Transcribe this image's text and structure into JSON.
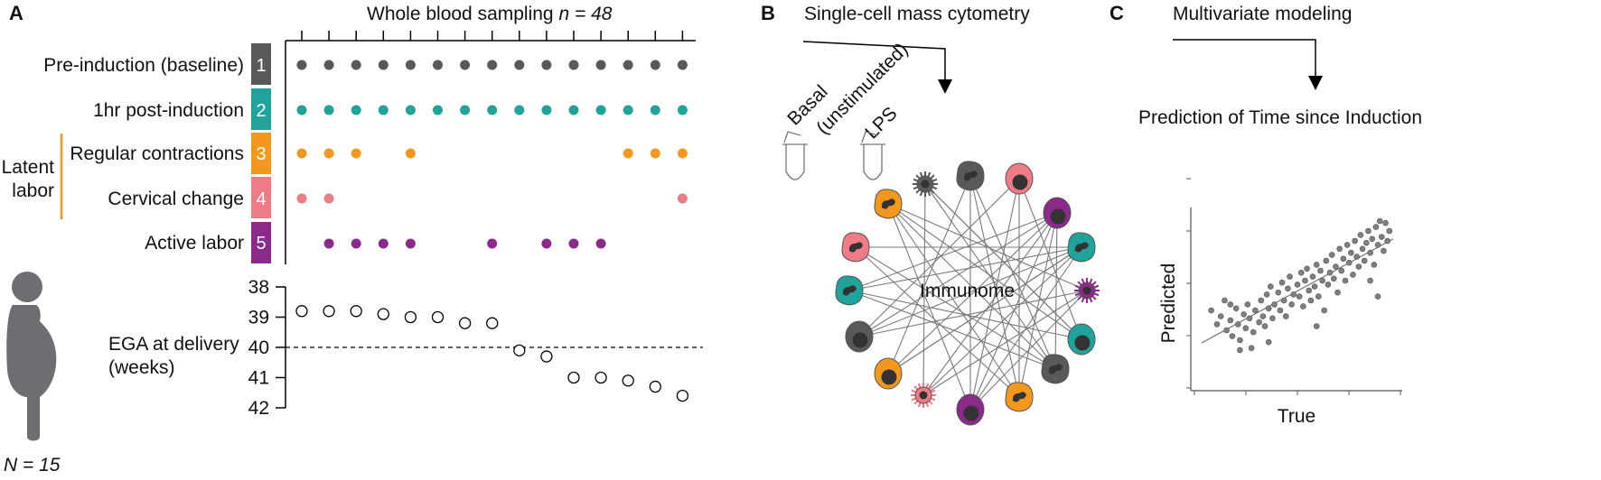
{
  "panel_a": {
    "letter": "A",
    "header_prefix": "Whole blood sampling ",
    "header_n": "n = 48",
    "stages": [
      {
        "num": "1",
        "label": "Pre-induction (baseline)",
        "color": "#58595b",
        "samples": [
          1,
          1,
          1,
          1,
          1,
          1,
          1,
          1,
          1,
          1,
          1,
          1,
          1,
          1,
          1
        ]
      },
      {
        "num": "2",
        "label": "1hr post-induction",
        "color": "#1fa39a",
        "samples": [
          1,
          1,
          1,
          1,
          1,
          1,
          1,
          1,
          1,
          1,
          1,
          1,
          1,
          1,
          1
        ]
      },
      {
        "num": "3",
        "label": "Regular contractions",
        "color": "#f3981d",
        "samples": [
          1,
          1,
          1,
          0,
          1,
          0,
          0,
          0,
          0,
          0,
          0,
          0,
          1,
          1,
          1
        ]
      },
      {
        "num": "4",
        "label": "Cervical change",
        "color": "#ee7b86",
        "samples": [
          1,
          1,
          0,
          0,
          0,
          0,
          0,
          0,
          0,
          0,
          0,
          0,
          0,
          0,
          1
        ]
      },
      {
        "num": "5",
        "label": "Active labor",
        "color": "#8c2a8c",
        "samples": [
          0,
          1,
          1,
          1,
          1,
          0,
          0,
          1,
          0,
          1,
          1,
          1,
          0,
          0,
          0
        ]
      }
    ],
    "latent_labor_label": [
      "Latent",
      "labor"
    ],
    "ega_label": [
      "EGA at delivery",
      "(weeks)"
    ],
    "ega_ticks": [
      "38",
      "39",
      "40",
      "41",
      "42"
    ],
    "ega_reference_week": 40,
    "ega_values": [
      38.8,
      38.8,
      38.8,
      38.9,
      39.0,
      39.0,
      39.2,
      39.2,
      40.1,
      40.3,
      41.0,
      41.0,
      41.1,
      41.3,
      41.6
    ],
    "n_label": "N = 15"
  },
  "panel_b": {
    "letter": "B",
    "title": "Single-cell mass cytometry",
    "basal_label": "Basal",
    "unstim_label": "(unstimulated)",
    "lps_label": "LPS",
    "center_label": "Immunome"
  },
  "panel_c": {
    "letter": "C",
    "title": "Multivariate modeling",
    "subtitle": "Prediction of Time since Induction",
    "xlabel": "True",
    "ylabel": "Predicted"
  },
  "chart_data": {
    "type": "scatter",
    "xlabel": "True",
    "ylabel": "Predicted",
    "fit": "linear trend line",
    "points": [
      [
        0.05,
        0.55
      ],
      [
        0.08,
        0.48
      ],
      [
        0.1,
        0.52
      ],
      [
        0.12,
        0.6
      ],
      [
        0.13,
        0.45
      ],
      [
        0.15,
        0.5
      ],
      [
        0.16,
        0.42
      ],
      [
        0.18,
        0.56
      ],
      [
        0.19,
        0.48
      ],
      [
        0.2,
        0.4
      ],
      [
        0.22,
        0.53
      ],
      [
        0.23,
        0.46
      ],
      [
        0.24,
        0.58
      ],
      [
        0.25,
        0.51
      ],
      [
        0.26,
        0.36
      ],
      [
        0.27,
        0.44
      ],
      [
        0.28,
        0.55
      ],
      [
        0.3,
        0.49
      ],
      [
        0.31,
        0.6
      ],
      [
        0.32,
        0.52
      ],
      [
        0.33,
        0.47
      ],
      [
        0.34,
        0.63
      ],
      [
        0.35,
        0.56
      ],
      [
        0.36,
        0.67
      ],
      [
        0.37,
        0.51
      ],
      [
        0.38,
        0.58
      ],
      [
        0.4,
        0.64
      ],
      [
        0.41,
        0.55
      ],
      [
        0.42,
        0.69
      ],
      [
        0.43,
        0.6
      ],
      [
        0.44,
        0.52
      ],
      [
        0.45,
        0.66
      ],
      [
        0.46,
        0.72
      ],
      [
        0.47,
        0.58
      ],
      [
        0.48,
        0.63
      ],
      [
        0.5,
        0.68
      ],
      [
        0.51,
        0.62
      ],
      [
        0.52,
        0.74
      ],
      [
        0.53,
        0.57
      ],
      [
        0.54,
        0.7
      ],
      [
        0.55,
        0.76
      ],
      [
        0.56,
        0.65
      ],
      [
        0.57,
        0.6
      ],
      [
        0.58,
        0.72
      ],
      [
        0.59,
        0.67
      ],
      [
        0.6,
        0.78
      ],
      [
        0.61,
        0.62
      ],
      [
        0.62,
        0.75
      ],
      [
        0.63,
        0.7
      ],
      [
        0.64,
        0.55
      ],
      [
        0.65,
        0.8
      ],
      [
        0.66,
        0.68
      ],
      [
        0.67,
        0.74
      ],
      [
        0.68,
        0.83
      ],
      [
        0.69,
        0.71
      ],
      [
        0.7,
        0.77
      ],
      [
        0.71,
        0.64
      ],
      [
        0.72,
        0.86
      ],
      [
        0.73,
        0.75
      ],
      [
        0.74,
        0.81
      ],
      [
        0.75,
        0.7
      ],
      [
        0.76,
        0.88
      ],
      [
        0.77,
        0.79
      ],
      [
        0.78,
        0.84
      ],
      [
        0.79,
        0.73
      ],
      [
        0.8,
        0.9
      ],
      [
        0.81,
        0.82
      ],
      [
        0.82,
        0.77
      ],
      [
        0.83,
        0.93
      ],
      [
        0.84,
        0.86
      ],
      [
        0.85,
        0.8
      ],
      [
        0.86,
        0.89
      ],
      [
        0.87,
        0.95
      ],
      [
        0.88,
        0.84
      ],
      [
        0.89,
        0.91
      ],
      [
        0.9,
        0.78
      ],
      [
        0.91,
        0.97
      ],
      [
        0.92,
        0.88
      ],
      [
        0.93,
        1.0
      ],
      [
        0.94,
        0.92
      ],
      [
        0.95,
        0.85
      ],
      [
        0.96,
        0.99
      ],
      [
        0.97,
        0.9
      ],
      [
        0.98,
        0.95
      ],
      [
        0.88,
        0.7
      ],
      [
        0.6,
        0.47
      ],
      [
        0.35,
        0.39
      ],
      [
        0.2,
        0.35
      ],
      [
        0.92,
        0.62
      ],
      [
        0.15,
        0.58
      ]
    ]
  },
  "colors": {
    "grey": "#58595b",
    "teal": "#1fa39a",
    "orange": "#f3981d",
    "pink": "#ee7b86",
    "purple": "#8c2a8c",
    "scatter_point": "#7f7f7f"
  }
}
